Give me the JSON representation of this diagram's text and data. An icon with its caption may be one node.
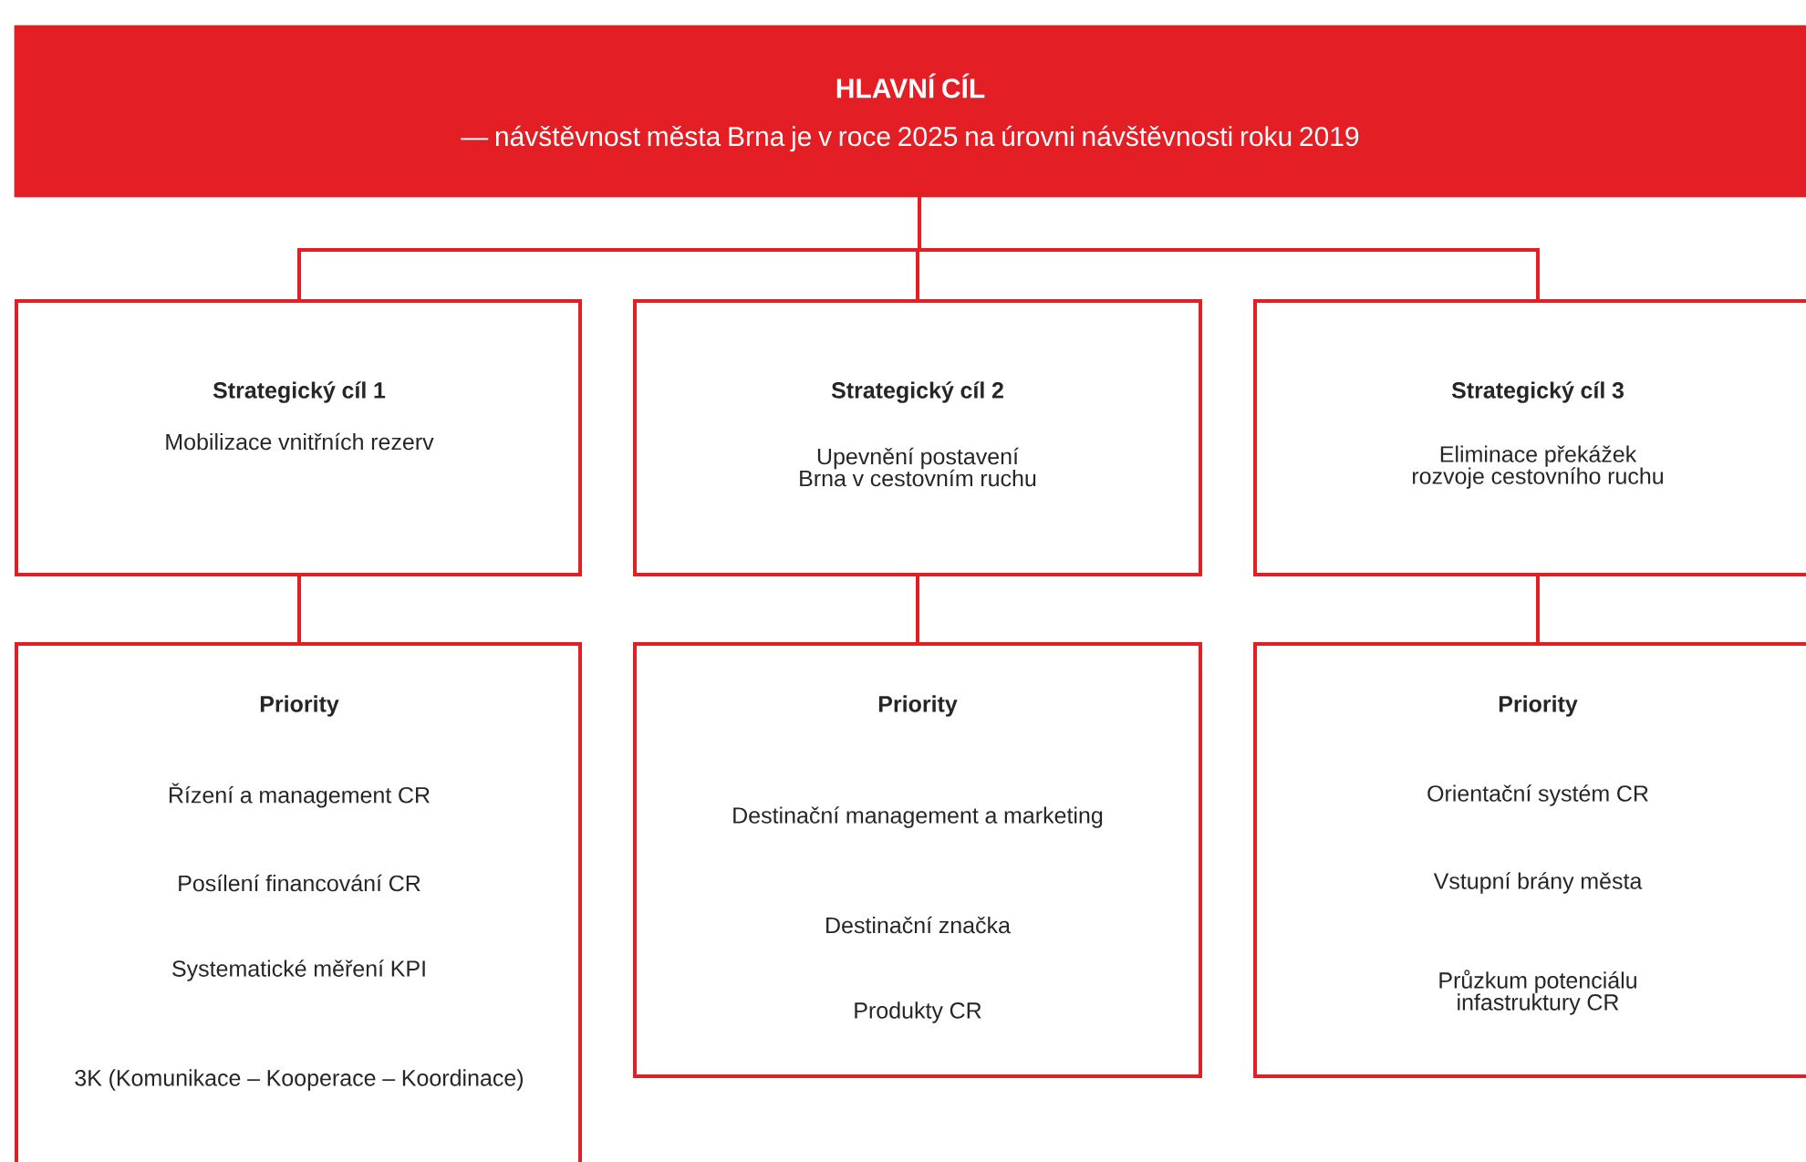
{
  "diagram": {
    "nodes": [
      {
        "text": [
          "HLAVNÍ CÍL",
          "— návštěvnost města Brna je v roce 2025 na úrovni návštěvnosti roku 2019"
        ]
      },
      {
        "text": [
          "Strategický cíl 1",
          "Mobilizace vnitřních rezerv"
        ]
      },
      {
        "text": [
          "Strategický cíl 2",
          "Upevnění postavení Brna v cestovním ruchu"
        ]
      },
      {
        "text": [
          "Strategický cíl 3",
          "Eliminace překážek rozvoje cestovního ruchu"
        ]
      },
      {
        "text": [
          "Priority",
          "Řízení a management CR",
          "Posílení financování CR",
          "Systematické měření KPI",
          "3K (Komunikace – Kooperace – Koordinace)"
        ]
      },
      {
        "text": [
          "Priority",
          "Destinační management a marketing",
          "Destinační značka",
          "Produkty CR"
        ]
      },
      {
        "text": [
          "Priority",
          "Orientační systém CR",
          "Vstupní brány města",
          "Průzkum potenciálu infastruktury CR"
        ]
      }
    ],
    "edges": [
      {
        "from": 0,
        "to": 1,
        "arrow": "none"
      },
      {
        "from": 0,
        "to": 2,
        "arrow": "none"
      },
      {
        "from": 0,
        "to": 3,
        "arrow": "none"
      },
      {
        "from": 1,
        "to": 4,
        "arrow": "none"
      },
      {
        "from": 2,
        "to": 5,
        "arrow": "none"
      },
      {
        "from": 3,
        "to": 6,
        "arrow": "none"
      }
    ]
  }
}
